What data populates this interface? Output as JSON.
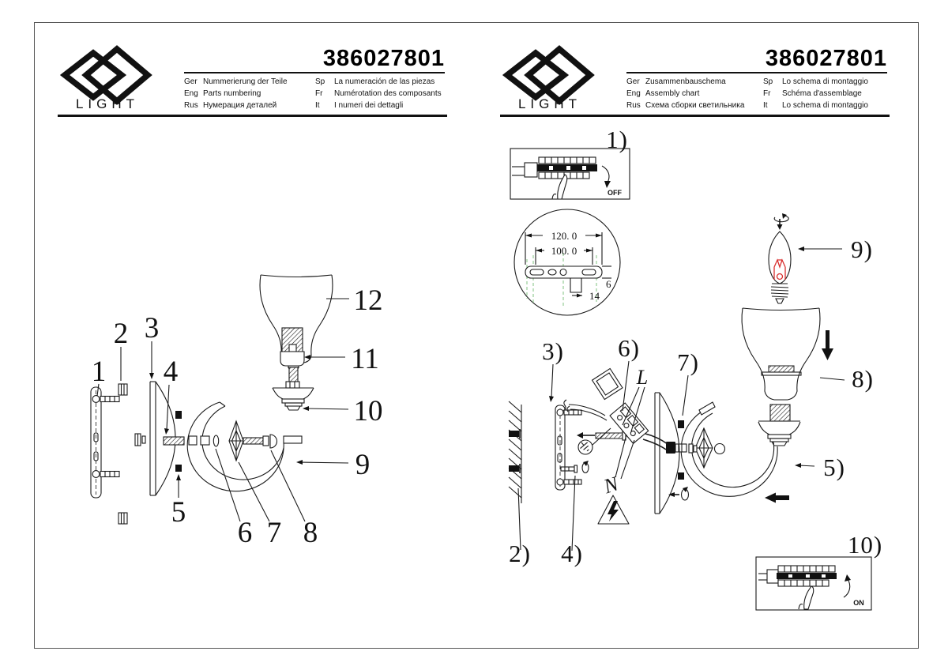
{
  "panels": [
    {
      "brand": "LIGHT",
      "code": "386027801",
      "languages": [
        {
          "tag": "Ger",
          "text": "Nummerierung der Teile"
        },
        {
          "tag": "Eng",
          "text": "Parts numbering"
        },
        {
          "tag": "Rus",
          "text": "Нумерация деталей"
        },
        {
          "tag": "Sp",
          "text": "La numeración de las piezas"
        },
        {
          "tag": "Fr",
          "text": "Numérotation des composants"
        },
        {
          "tag": "It",
          "text": "I numeri dei dettagli"
        }
      ]
    },
    {
      "brand": "LIGHT",
      "code": "386027801",
      "languages": [
        {
          "tag": "Ger",
          "text": "Zusammenbauschema"
        },
        {
          "tag": "Eng",
          "text": "Assembly chart"
        },
        {
          "tag": "Rus",
          "text": "Схема сборки светильника"
        },
        {
          "tag": "Sp",
          "text": "Lo schema di montaggio"
        },
        {
          "tag": "Fr",
          "text": "Schéma d'assemblage"
        },
        {
          "tag": "It",
          "text": "Lo schema di montaggio"
        }
      ]
    }
  ],
  "parts_diagram": {
    "labels": [
      "1",
      "2",
      "3",
      "4",
      "5",
      "6",
      "7",
      "8",
      "9",
      "10",
      "11",
      "12"
    ]
  },
  "assembly_diagram": {
    "steps": [
      "1)",
      "2)",
      "3)",
      "4)",
      "5)",
      "6)",
      "7)",
      "8)",
      "9)",
      "10)"
    ],
    "dimensions": {
      "outer_width": "120. 0",
      "hole_spacing": "100. 0",
      "slot_depth": "14",
      "bar_height": "6"
    },
    "wire_labels": {
      "live": "L",
      "neutral": "N"
    },
    "breaker": {
      "off": "OFF",
      "on": "ON"
    }
  },
  "colors": {
    "line": "#1a1a1a",
    "filament_red": "#d93030",
    "centerline_green": "#8cc88c"
  }
}
